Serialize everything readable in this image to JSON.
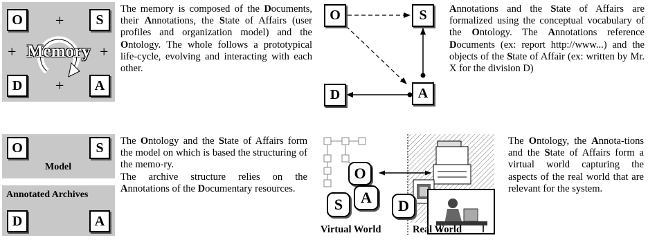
{
  "memory_panel": {
    "nodes": {
      "o": "O",
      "s": "S",
      "d": "D",
      "a": "A"
    },
    "plus": "+",
    "center_label": "Memory"
  },
  "text1": {
    "segments": [
      {
        "t": "The memory is composed of the ",
        "b": false
      },
      {
        "t": "D",
        "b": true
      },
      {
        "t": "ocuments, their ",
        "b": false
      },
      {
        "t": "A",
        "b": true
      },
      {
        "t": "nnotations, the ",
        "b": false
      },
      {
        "t": "S",
        "b": true
      },
      {
        "t": "tate of Affairs (user profiles and organization model) and the ",
        "b": false
      },
      {
        "t": "O",
        "b": true
      },
      {
        "t": "ntology. The whole follows a prototypical life-cycle, evolving and interacting with each other.",
        "b": false
      }
    ]
  },
  "relation_diagram": {
    "nodes": {
      "o": "O",
      "s": "S",
      "d": "D",
      "a": "A"
    }
  },
  "text2": {
    "segments": [
      {
        "t": "A",
        "b": true
      },
      {
        "t": "nnotations and the ",
        "b": false
      },
      {
        "t": "S",
        "b": true
      },
      {
        "t": "tate of Affairs are formalized using the conceptual vocabulary of the ",
        "b": false
      },
      {
        "t": "O",
        "b": true
      },
      {
        "t": "ntology. The ",
        "b": false
      },
      {
        "t": "A",
        "b": true
      },
      {
        "t": "nnotations reference ",
        "b": false
      },
      {
        "t": "D",
        "b": true
      },
      {
        "t": "ocuments (ex: report http://www...) and the objects of the ",
        "b": false
      },
      {
        "t": "S",
        "b": true
      },
      {
        "t": "tate of Affair (ex: written by Mr. X for the division D)",
        "b": false
      }
    ]
  },
  "model_panel": {
    "nodes": {
      "o": "O",
      "s": "S"
    },
    "label": "Model"
  },
  "archives_panel": {
    "label": "Annotated Archives",
    "nodes": {
      "d": "D",
      "a": "A"
    }
  },
  "text3": {
    "segments": [
      {
        "t": "The ",
        "b": false
      },
      {
        "t": "O",
        "b": true
      },
      {
        "t": "ntology and the ",
        "b": false
      },
      {
        "t": "S",
        "b": true
      },
      {
        "t": "tate of Affairs form the model on which is based the structuring of the memo-ry.",
        "b": false
      },
      {
        "t": "\n",
        "b": false
      },
      {
        "t": "The archive structure relies on the ",
        "b": false
      },
      {
        "t": "A",
        "b": true
      },
      {
        "t": "nnotations of the ",
        "b": false
      },
      {
        "t": "D",
        "b": true
      },
      {
        "t": "ocumentary resources.",
        "b": false
      }
    ]
  },
  "world_illustration": {
    "nodes": {
      "o": "O",
      "s": "S",
      "a": "A",
      "d": "D"
    },
    "virtual_label": "Virtual World",
    "real_label": "Real World"
  },
  "text4": {
    "segments": [
      {
        "t": "The ",
        "b": false
      },
      {
        "t": "O",
        "b": true
      },
      {
        "t": "ntology, the ",
        "b": false
      },
      {
        "t": "A",
        "b": true
      },
      {
        "t": "nnota-tions and the ",
        "b": false
      },
      {
        "t": "S",
        "b": true
      },
      {
        "t": "tate of Affairs form a virtual world capturing the aspects of the real world that are relevant for the system.",
        "b": false
      }
    ]
  }
}
